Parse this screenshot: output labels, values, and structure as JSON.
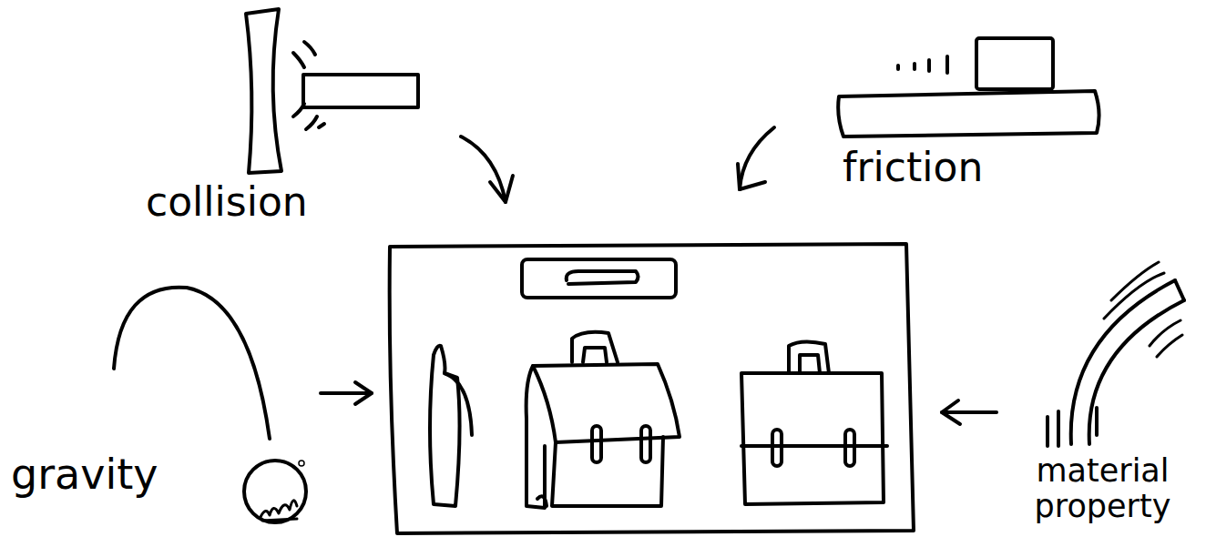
{
  "diagram": {
    "labels": [
      "collision",
      "friction",
      "gravity",
      "material property"
    ]
  }
}
